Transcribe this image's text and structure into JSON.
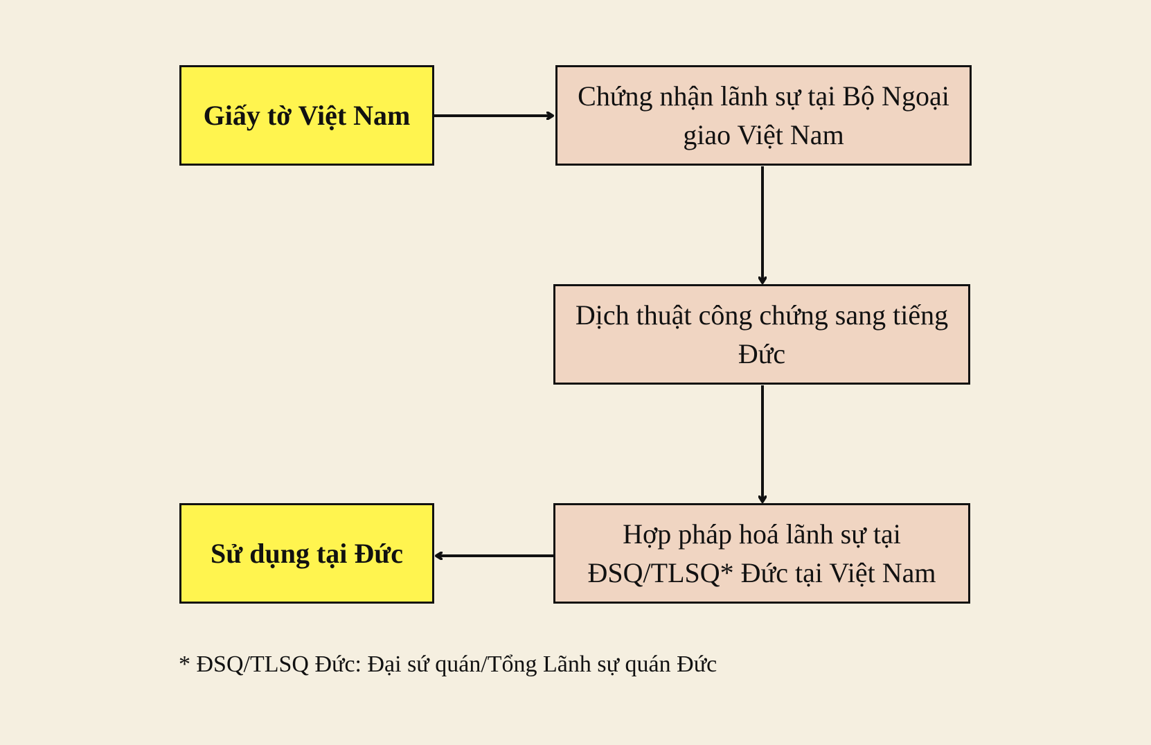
{
  "nodes": {
    "source": {
      "label": "Giấy tờ Việt Nam"
    },
    "consular_certification": {
      "label": "Chứng nhận lãnh sự tại Bộ Ngoại giao Việt Nam"
    },
    "translation": {
      "label": "Dịch thuật công chứng sang tiếng Đức"
    },
    "legalization": {
      "label": "Hợp pháp hoá lãnh sự tại ĐSQ/TLSQ* Đức tại Việt Nam"
    },
    "destination": {
      "label": "Sử dụng tại Đức"
    }
  },
  "edges": [
    {
      "from": "source",
      "to": "consular_certification"
    },
    {
      "from": "consular_certification",
      "to": "translation"
    },
    {
      "from": "translation",
      "to": "legalization"
    },
    {
      "from": "legalization",
      "to": "destination"
    }
  ],
  "footnote": "* ĐSQ/TLSQ Đức: Đại sứ quán/Tổng Lãnh sự quán Đức",
  "colors": {
    "background": "#f5efe0",
    "highlight_box": "#fff44f",
    "process_box": "#f0d5c2",
    "stroke": "#111111"
  }
}
